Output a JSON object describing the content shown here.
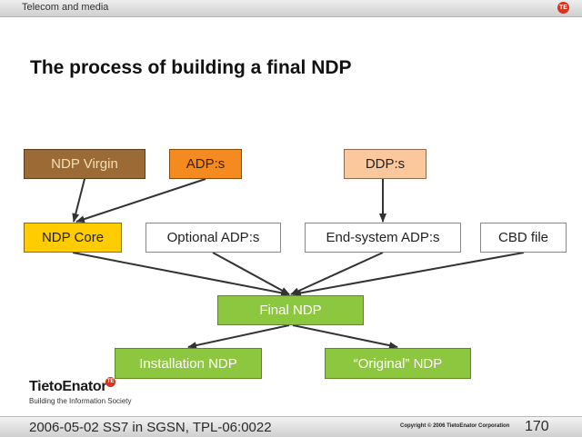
{
  "header": {
    "section_label": "Telecom and media",
    "badge_text": "TE"
  },
  "title": "The process of building a final NDP",
  "nodes": {
    "ndp_virgin": "NDP Virgin",
    "adps": "ADP:s",
    "ddps": "DDP:s",
    "ndp_core": "NDP Core",
    "optional_adps": "Optional ADP:s",
    "end_system_adps": "End-system ADP:s",
    "cbd_file": "CBD file",
    "final_ndp": "Final NDP",
    "installation_ndp": "Installation NDP",
    "original_ndp": "“Original” NDP"
  },
  "logo": {
    "name": "TietoEnator",
    "badge_text": "TE",
    "tagline": "Building the Information Society"
  },
  "footer": {
    "date_and_doc": "2006-05-02   SS7 in SGSN, TPL-06:0022",
    "copyright": "Copyright © 2006 TietoEnator Corporation",
    "page_number": "170"
  },
  "colors": {
    "ndp_virgin": "#9b6a35",
    "adps": "#f58a1f",
    "ddps": "#fbc79c",
    "ndp_core": "#ffcc00",
    "final_ndp": "#8dc63f",
    "brand_red": "#d8331f"
  }
}
